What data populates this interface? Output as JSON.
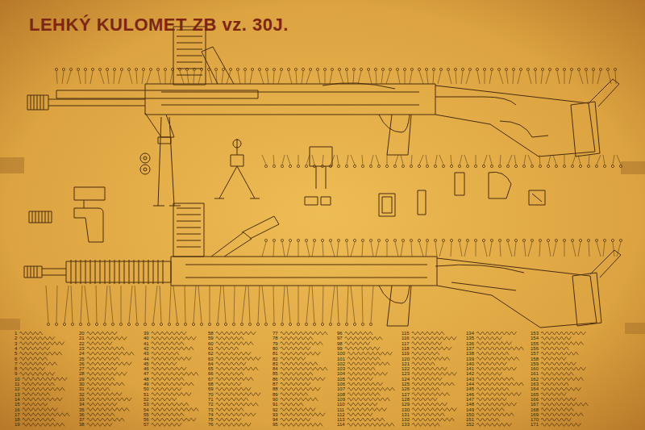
{
  "diagram": {
    "title": "LEHKÝ KULOMET ZB vz. 30J.",
    "labels": [
      "1",
      "2",
      "3",
      "4",
      "5",
      "6",
      "7",
      "8",
      "9",
      "10",
      "11",
      "12",
      "13",
      "14",
      "15",
      "16",
      "17",
      "18",
      "19",
      "20",
      "21",
      "22",
      "23",
      "24",
      "25",
      "26",
      "27",
      "28",
      "29",
      "30",
      "31",
      "32",
      "33",
      "34",
      "35",
      "36",
      "37",
      "38",
      "39",
      "40",
      "41",
      "42",
      "43",
      "44",
      "45",
      "46",
      "47",
      "48",
      "49",
      "50",
      "51",
      "52",
      "53",
      "54",
      "55",
      "56",
      "57",
      "58",
      "59",
      "60",
      "61",
      "62",
      "63",
      "64",
      "65",
      "66",
      "67",
      "68",
      "69",
      "70",
      "71",
      "72",
      "73",
      "74",
      "75",
      "76",
      "77",
      "78",
      "79",
      "80",
      "81",
      "82",
      "83",
      "84",
      "85",
      "86",
      "87",
      "88",
      "89",
      "90",
      "91",
      "92",
      "93",
      "94",
      "95",
      "96",
      "97",
      "98",
      "99",
      "100",
      "101",
      "102",
      "103",
      "104",
      "105",
      "106",
      "107",
      "108",
      "109",
      "110",
      "111",
      "112",
      "113",
      "114",
      "115",
      "116",
      "117",
      "118",
      "119",
      "120",
      "121",
      "122",
      "123",
      "124",
      "125",
      "126",
      "127",
      "128",
      "129",
      "130",
      "131",
      "132",
      "133",
      "134",
      "135",
      "136",
      "137",
      "138",
      "139",
      "140",
      "141",
      "142",
      "143",
      "144",
      "145",
      "146",
      "147",
      "148",
      "149",
      "150",
      "151",
      "152",
      "153",
      "154",
      "155",
      "156",
      "157",
      "158",
      "159",
      "160",
      "161",
      "162",
      "163",
      "164",
      "165",
      "166",
      "167",
      "168",
      "169",
      "170",
      "171"
    ]
  }
}
